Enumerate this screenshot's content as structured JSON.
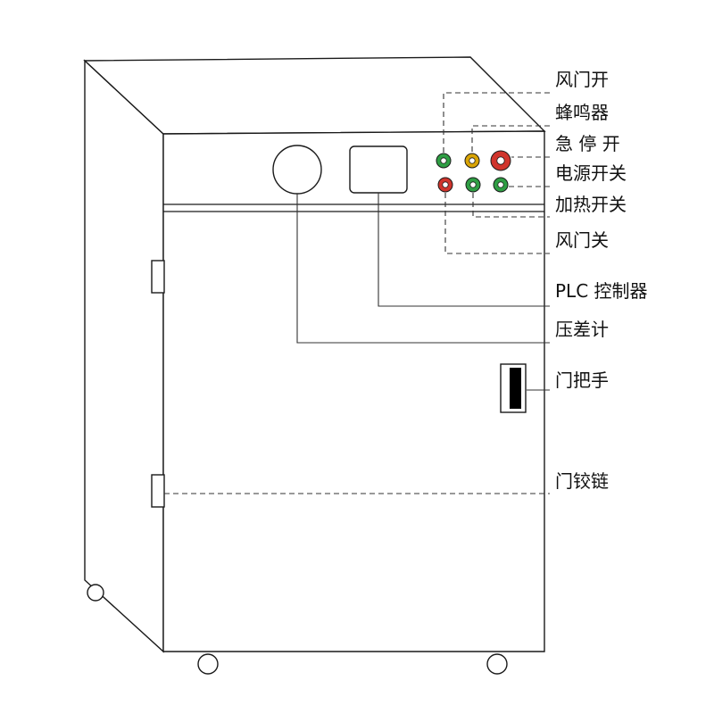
{
  "labels": {
    "damper_open": "风门开",
    "buzzer": "蜂鸣器",
    "emergency_stop": "急 停 开",
    "power_switch": "电源开关",
    "heater_switch": "加热开关",
    "damper_close": "风门关",
    "plc_controller": "PLC 控制器",
    "pressure_gauge": "压差计",
    "door_handle": "门把手",
    "door_hinge": "门铰链"
  },
  "colors": {
    "green": "#2f9e44",
    "yellow": "#d9a406",
    "red": "#d0342c",
    "handle_black": "#000000",
    "side_panel_gray": "#e9e9e9",
    "outline": "#1a1a1a"
  },
  "indicator_lights": {
    "top_row": [
      {
        "name": "damper-open-light",
        "color": "#2f9e44"
      },
      {
        "name": "buzzer-light",
        "color": "#d9a406"
      },
      {
        "name": "emergency-stop-button",
        "color": "#d0342c"
      }
    ],
    "bottom_row": [
      {
        "name": "damper-close-light",
        "color": "#d0342c"
      },
      {
        "name": "heater-switch-light",
        "color": "#2f9e44"
      },
      {
        "name": "power-switch-light",
        "color": "#2f9e44"
      }
    ]
  }
}
